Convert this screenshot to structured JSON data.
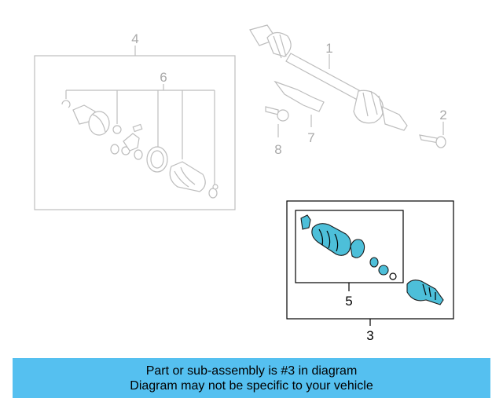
{
  "callouts": {
    "c1": "1",
    "c2": "2",
    "c3": "3",
    "c4": "4",
    "c5": "5",
    "c6": "6",
    "c7": "7",
    "c8": "8"
  },
  "banner": {
    "line1": "Part or sub-assembly is #3 in diagram",
    "line2": "Diagram may not be specific to your vehicle"
  },
  "colors": {
    "highlight": "#4dbfd9",
    "banner": "#55c0f0",
    "faded": "#bdbdbd"
  }
}
